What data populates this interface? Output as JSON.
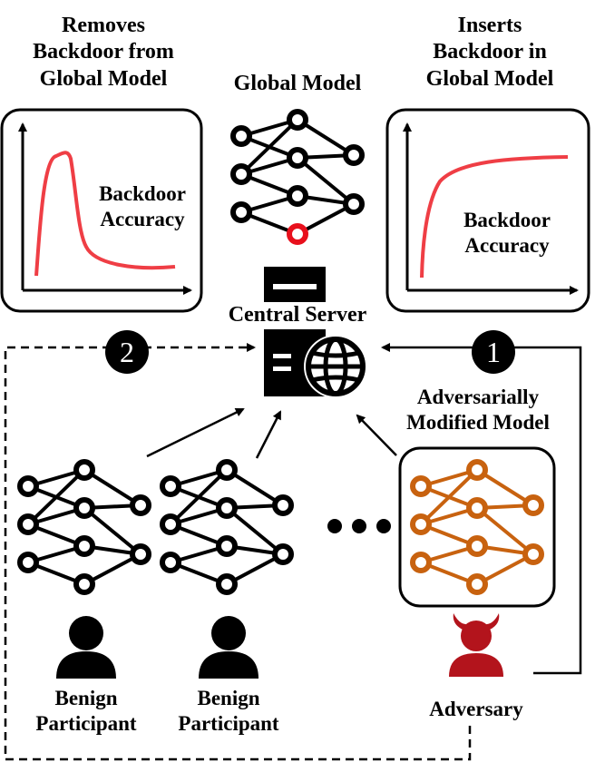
{
  "titles": {
    "removes_line1": "Removes",
    "removes_line2": "Backdoor from",
    "removes_line3": "Global Model",
    "global_model": "Global Model",
    "inserts_line1": "Inserts",
    "inserts_line2": "Backdoor in",
    "inserts_line3": "Global Model",
    "central_server": "Central Server",
    "adv_model_line1": "Adversarially",
    "adv_model_line2": "Modified Model"
  },
  "charts": {
    "left_label_line1": "Backdoor",
    "left_label_line2": "Accuracy",
    "right_label_line1": "Backdoor",
    "right_label_line2": "Accuracy"
  },
  "steps": {
    "step1": "1",
    "step2": "2"
  },
  "participants": {
    "benign1_line1": "Benign",
    "benign1_line2": "Participant",
    "benign2_line1": "Benign",
    "benign2_line2": "Participant",
    "adversary": "Adversary"
  },
  "colors": {
    "curve": "#ef3e45",
    "highlight_node": "#e8101c",
    "adversarial_model": "#c8620f",
    "adversary_icon": "#b3141c",
    "ink": "#000000"
  },
  "icons": {
    "server": "server-globe-icon",
    "participant": "person-icon",
    "adversary": "devil-person-icon",
    "ellipsis": "ellipsis-dots-icon"
  }
}
